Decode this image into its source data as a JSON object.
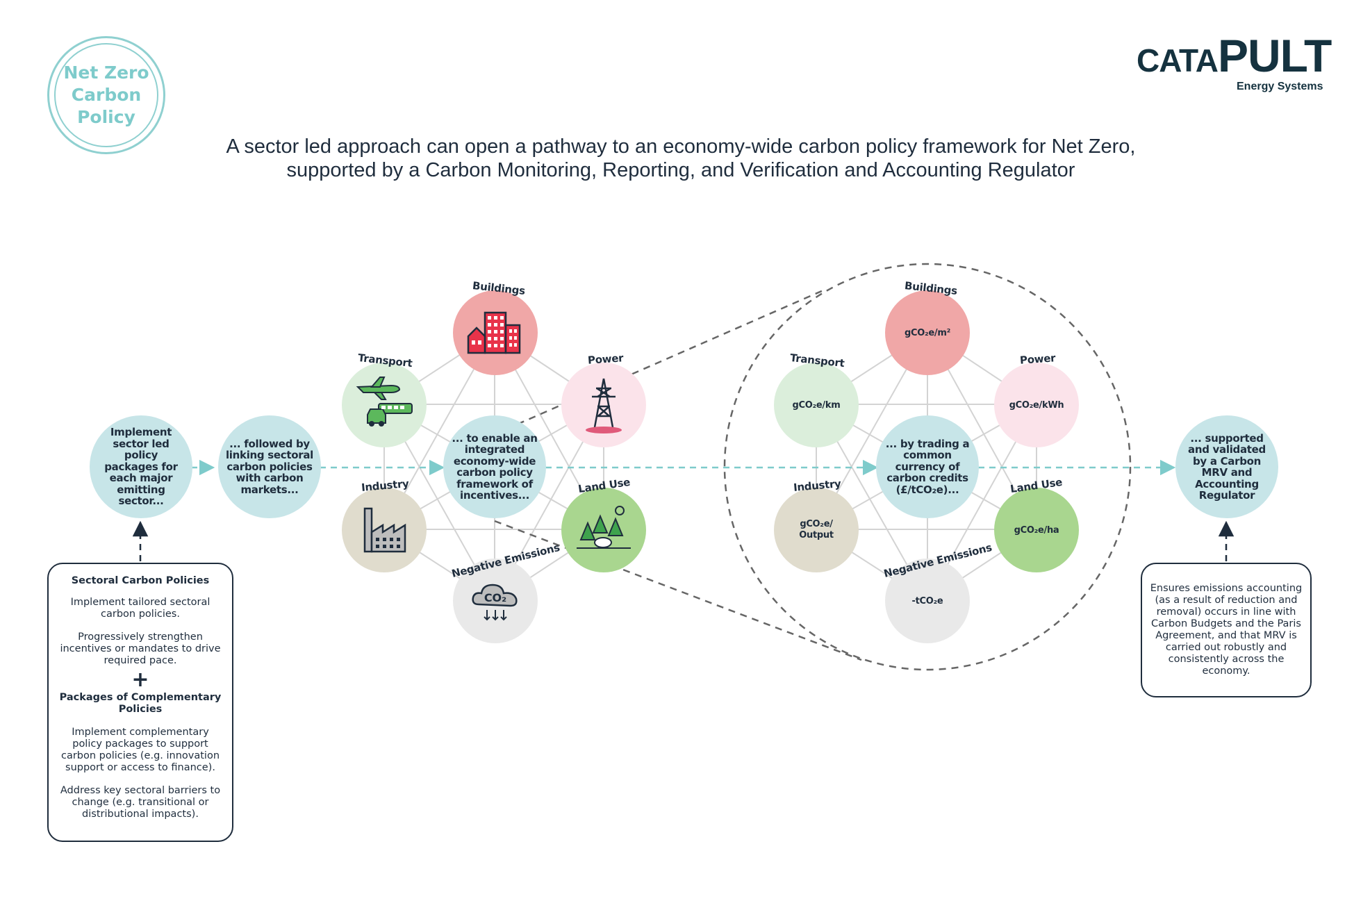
{
  "stamp": {
    "line1": "Net Zero",
    "line2": "Carbon",
    "line3": "Policy"
  },
  "logo": {
    "cat": "CAT",
    "a": "A",
    "pult": "PULT",
    "sub": "Energy Systems"
  },
  "title": {
    "line1": "A sector led approach can open a pathway to an economy-wide carbon policy framework for Net Zero,",
    "line2": "supported by a Carbon Monitoring, Reporting, and Verification and Accounting Regulator"
  },
  "steps": {
    "step1": "Implement sector led policy packages for each major emitting sector...",
    "step2": "... followed by linking sectoral carbon policies with carbon markets...",
    "step3": "... to enable an integrated economy-wide carbon policy framework of incentives...",
    "step4": "... by trading a common currency of carbon credits (£/tCO₂e)...",
    "step5": "... supported and validated by a Carbon MRV and Accounting Regulator"
  },
  "sectors": {
    "buildings": "Buildings",
    "transport": "Transport",
    "power": "Power",
    "industry": "Industry",
    "land_use": "Land Use",
    "negative_emissions": "Negative Emissions"
  },
  "units": {
    "buildings": "gCO₂e/m²",
    "transport": "gCO₂e/km",
    "power": "gCO₂e/kWh",
    "industry_1": "gCO₂e/",
    "industry_2": "Output",
    "land_use": "gCO₂e/ha",
    "negative_emissions": "-tCO₂e"
  },
  "co2_icon_text": "CO₂",
  "left_box": {
    "heading1": "Sectoral Carbon Policies",
    "p1": "Implement tailored sectoral carbon policies.",
    "p2": "Progressively strengthen incentives or mandates to drive required pace.",
    "plus": "+",
    "heading2": "Packages of Complementary Policies",
    "p3": "Implement complementary policy packages to support carbon policies (e.g. innovation support or access to finance).",
    "p4": "Address key sectoral barriers to change (e.g. transitional or distributional impacts)."
  },
  "right_box": {
    "text": "Ensures emissions accounting (as a result of reduction and removal) occurs in line with Carbon Budgets and the Paris Agreement, and that MRV is carried out robustly and consistently across the economy."
  },
  "colors": {
    "teal_light": "#c7e5e8",
    "buildings": "#f0a7a7",
    "transport": "#dbeedb",
    "power": "#fbe3ea",
    "industry": "#e0dccd",
    "land_use": "#a9d68f",
    "negative": "#e9e9e9",
    "arrow": "#7ecbcb",
    "dark": "#1f2d3d"
  }
}
